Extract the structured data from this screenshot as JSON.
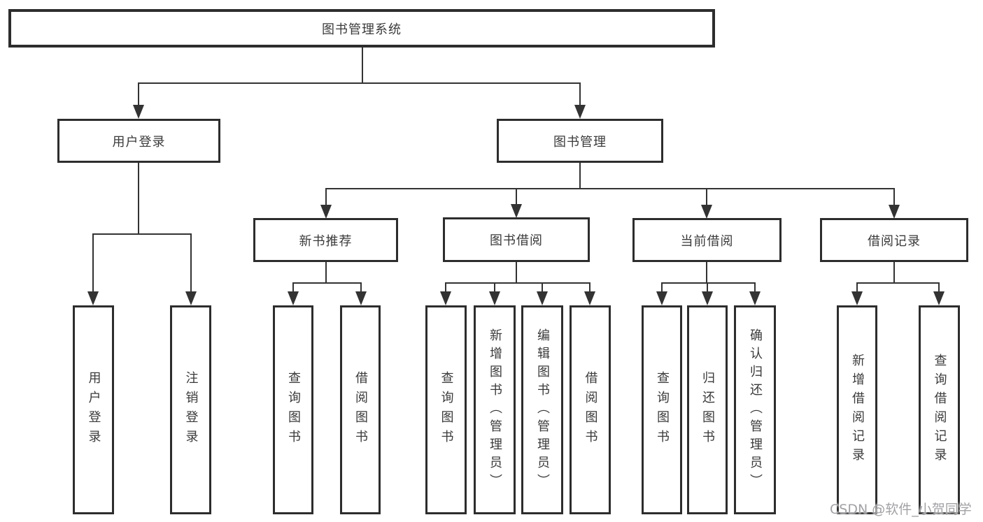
{
  "root": {
    "label": "图书管理系统"
  },
  "branches": [
    {
      "label": "用户登录",
      "leaves": [
        "用户登录",
        "注销登录"
      ]
    },
    {
      "label": "图书管理",
      "sections": [
        {
          "label": "新书推荐",
          "leaves": [
            "查询图书",
            "借阅图书"
          ]
        },
        {
          "label": "图书借阅",
          "leaves": [
            "查询图书",
            "新增图书（管理员）",
            "编辑图书（管理员）",
            "借阅图书"
          ]
        },
        {
          "label": "当前借阅",
          "leaves": [
            "查询图书",
            "归还图书",
            "确认归还（管理员）"
          ]
        },
        {
          "label": "借阅记录",
          "leaves": [
            "新增借阅记录",
            "查询借阅记录"
          ]
        }
      ]
    }
  ],
  "watermark": "CSDN @软件_小贺同学",
  "colors": {
    "line": "#333333",
    "box_border": "#2d2d2d",
    "text": "#3a3a3a",
    "watermark": "#a2a2a6",
    "background": "#ffffff"
  }
}
